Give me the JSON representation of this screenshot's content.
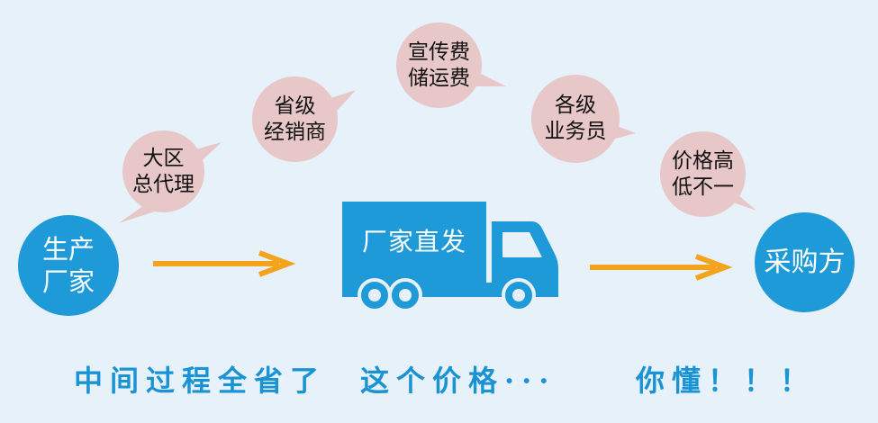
{
  "origin": {
    "line1": "生产",
    "line2": "厂家"
  },
  "destination": {
    "label": "采购方"
  },
  "truck": {
    "label": "厂家直发"
  },
  "bubbles": [
    {
      "line1": "大区",
      "line2": "总代理"
    },
    {
      "line1": "省级",
      "line2": "经销商"
    },
    {
      "line1": "宣传费",
      "line2": "储运费"
    },
    {
      "line1": "各级",
      "line2": "业务员"
    },
    {
      "line1": "价格高",
      "line2": "低不一"
    }
  ],
  "slogan": {
    "part1": "中间过程全省了",
    "part2": "这个价格···",
    "part3": "你懂！！！"
  },
  "colors": {
    "background": "#e6f1f9",
    "primary_blue": "#1e9ad9",
    "bubble_pink": "#e7c7c8",
    "arrow_orange": "#f5a21c",
    "slogan_blue": "#1a93d5"
  }
}
